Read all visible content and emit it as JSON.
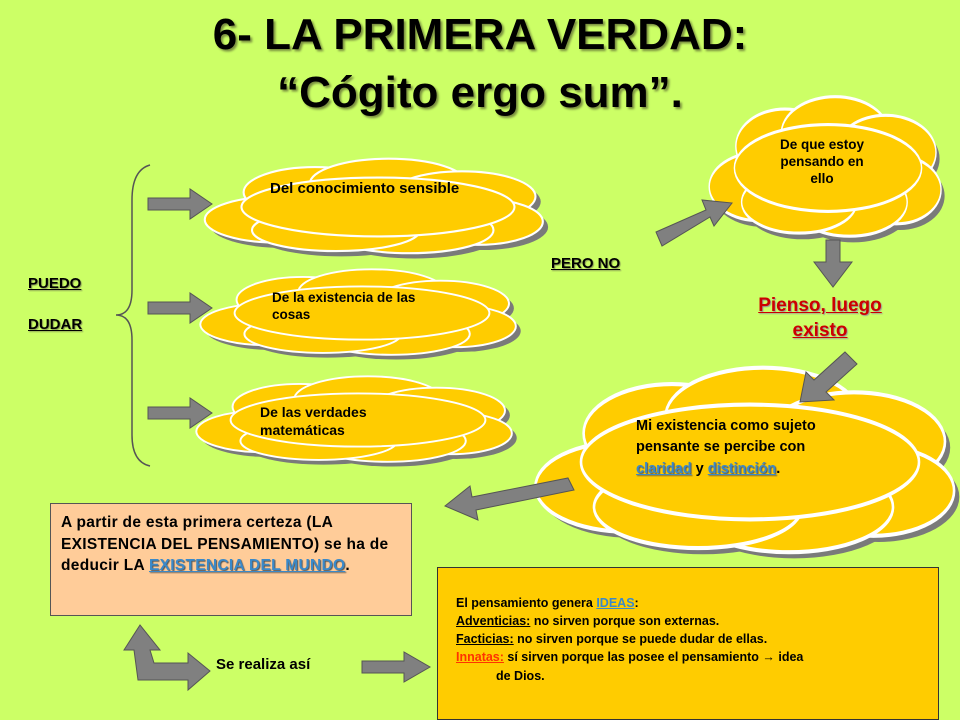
{
  "title": {
    "line1": "6- LA PRIMERA VERDAD:",
    "line2": "“Cógito ergo sum”."
  },
  "labels": {
    "puedo": "PUEDO",
    "dudar": "DUDAR",
    "pero_no": "PERO NO",
    "se_realiza": "Se realiza así"
  },
  "clouds": {
    "sensible": "Del conocimiento sensible",
    "cosas": "De la existencia de las cosas",
    "matematicas": "De las verdades matemáticas",
    "pensando": "De que estoy pensando en ello",
    "existencia_pre": "Mi existencia como sujeto pensante se percibe con ",
    "claridad": "claridad",
    "y": " y",
    "distincion": "distinción",
    "period": "."
  },
  "pienso": {
    "line1": "Pienso, luego",
    "line2": "existo"
  },
  "box_certeza": {
    "text": "A partir de esta primera certeza (LA EXISTENCIA DEL PENSAMIENTO) se ha de deducir LA ",
    "highlight": "EXISTENCIA DEL MUNDO",
    "end": "."
  },
  "box_ideas": {
    "intro": "El pensamiento genera ",
    "ideas": "IDEAS",
    "colon": ":",
    "adventicias_label": "Adventicias:",
    "adventicias_text": " no sirven porque son externas.",
    "facticias_label": "Facticias:",
    "facticias_text": " no sirven porque se puede dudar de ellas.",
    "innatas_label": "Innatas:",
    "innatas_text": " sí sirven porque las posee el pensamiento ",
    "arrow": "→",
    "innatas_text2": " idea",
    "innatas_text3": "de Dios."
  },
  "colors": {
    "background": "#ccff66",
    "cloud": "#ffcc00",
    "arrow": "#808080",
    "highlight": "#3a89c9",
    "red": "#cc0000",
    "box_certeza": "#ffcc99"
  }
}
